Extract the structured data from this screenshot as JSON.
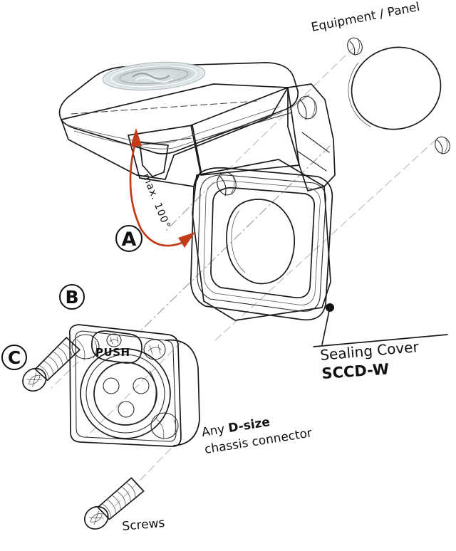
{
  "illustration": {
    "title": "Sealing Cover SCCD-W exploded assembly diagram",
    "background_color": "#ffffff",
    "line_color": "#1b1b1b",
    "accent_color": "#c33b18",
    "lid_color": "#e8f6f8",
    "body_color": "#c2c6c7"
  },
  "labels": {
    "equipment_panel": "Equipment / Panel",
    "sealing_cover": "Sealing Cover",
    "sealing_cover_part": "SCCD-W",
    "angle": "max. 100°",
    "connector_line1_prefix": "Any ",
    "connector_line1_bold": "D-size",
    "connector_line2": "chassis connector",
    "screws": "Screws",
    "push": "PUSH"
  },
  "markers": [
    {
      "id": "marker-a",
      "letter": "A",
      "meaning": "hinge opening angle"
    },
    {
      "id": "marker-b",
      "letter": "B",
      "meaning": "chassis connector"
    },
    {
      "id": "marker-c",
      "letter": "C",
      "meaning": "mounting screws"
    }
  ],
  "parts": [
    {
      "name": "sealing-cover-lid",
      "color": "#e8f6f8"
    },
    {
      "name": "sealing-cover-body",
      "color": "#c2c6c7"
    },
    {
      "name": "equipment-panel",
      "color": "#ffffff"
    },
    {
      "name": "xlr-chassis-connector",
      "color": "#ffffff"
    },
    {
      "name": "screw-upper",
      "color": "#ffffff"
    },
    {
      "name": "screw-lower",
      "color": "#ffffff"
    }
  ],
  "connector": {
    "pin_count": 3,
    "latch_label": "PUSH"
  }
}
